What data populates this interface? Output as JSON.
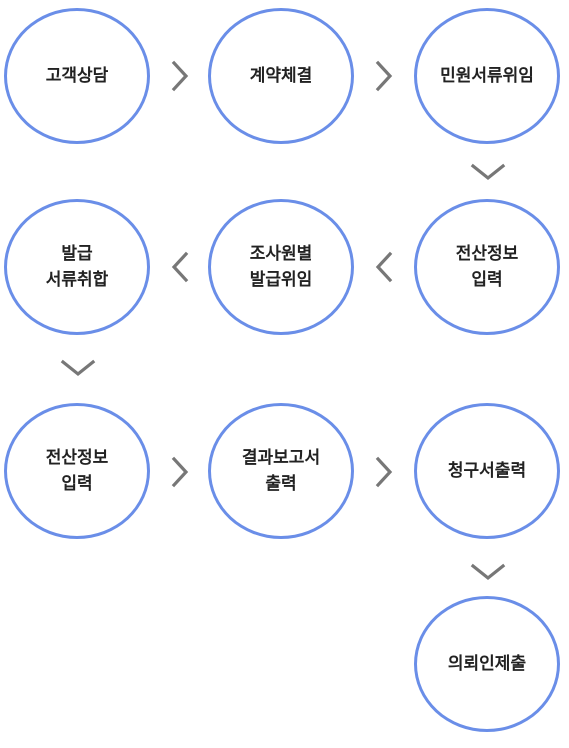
{
  "steps": [
    {
      "id": "consult",
      "label": "고객상담"
    },
    {
      "id": "contract",
      "label": "계약체결"
    },
    {
      "id": "delegation",
      "label": "민원서류위임"
    },
    {
      "id": "data-entry-1",
      "label": "전산정보\n입력"
    },
    {
      "id": "delegate-issue",
      "label": "조사원별\n발급위임"
    },
    {
      "id": "collect-docs",
      "label": "발급\n서류취합"
    },
    {
      "id": "data-entry-2",
      "label": "전산정보\n입력"
    },
    {
      "id": "report-print",
      "label": "결과보고서\n출력"
    },
    {
      "id": "invoice-print",
      "label": "청구서출력"
    },
    {
      "id": "request-submit",
      "label": "의뢰인제출"
    }
  ],
  "colors": {
    "circle_border": "#6a8ee8",
    "arrow": "#777777",
    "text": "#222222"
  }
}
